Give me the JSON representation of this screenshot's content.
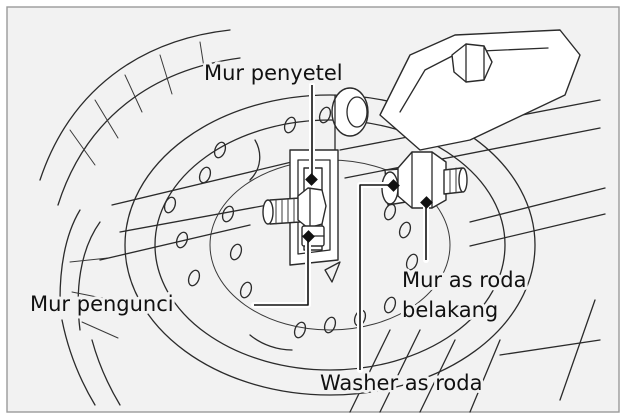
{
  "callouts": {
    "adjusting_nut": "Mur penyetel",
    "lock_nut": "Mur pengunci",
    "rear_axle_nut_line1": "Mur as roda",
    "rear_axle_nut_line2": "belakang",
    "axle_washer": "Washer as roda"
  },
  "colors": {
    "background": "#f2f2f2",
    "frame": "#9a9a9a",
    "line": "#2b2b2b"
  }
}
